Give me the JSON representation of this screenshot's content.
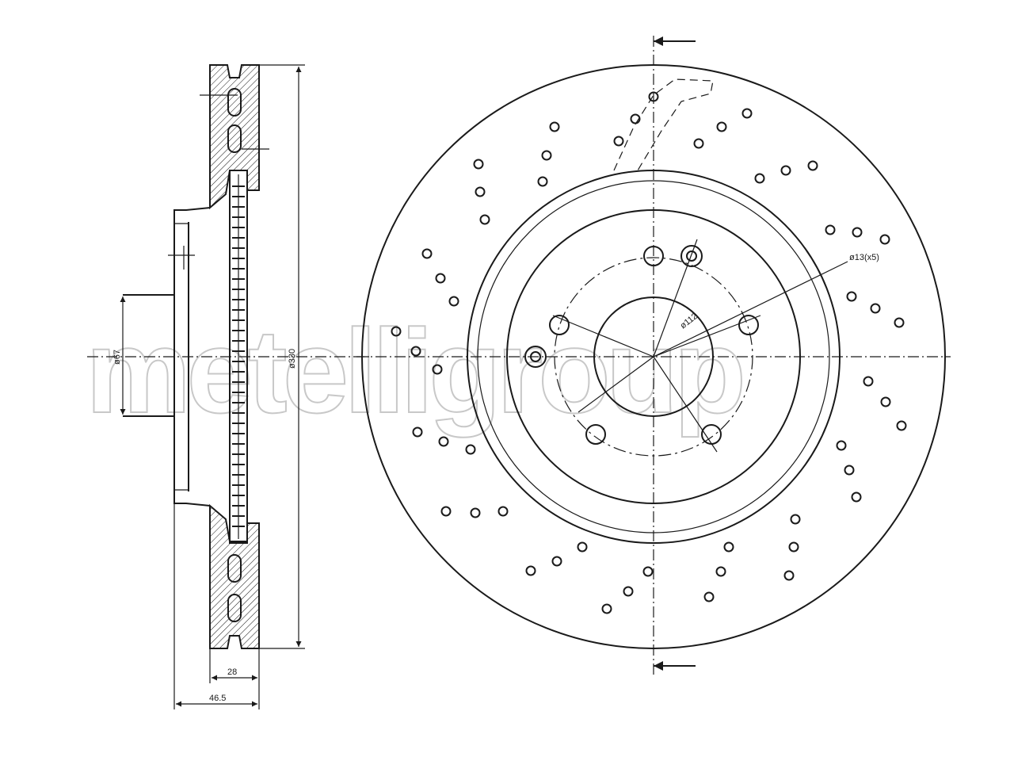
{
  "watermark": "metelligroup",
  "dimensions": {
    "overall_diameter": "ø330",
    "center_bore": "ø67",
    "disc_thickness": "28",
    "total_height": "46.5",
    "pcd": "ø112",
    "bolt_holes": "ø13(x5)"
  }
}
